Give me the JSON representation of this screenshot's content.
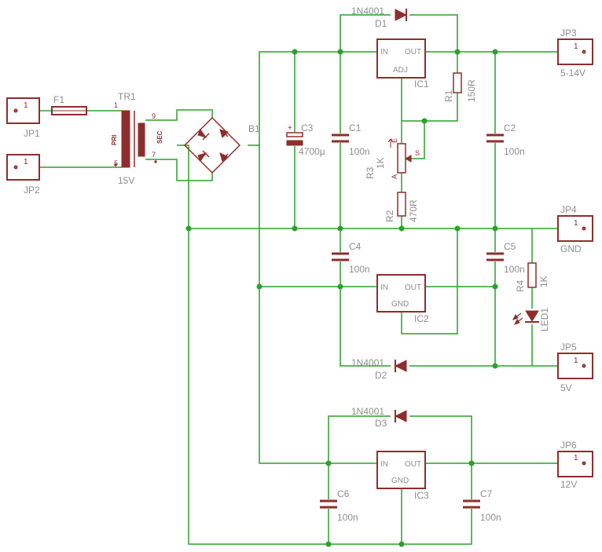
{
  "colors": {
    "wire": "#2ca02c",
    "part": "#8e2d2d",
    "text": "#8e8e8e",
    "background": "#ffffff"
  },
  "connectors": [
    {
      "name": "JP1",
      "pin": "1",
      "label": ""
    },
    {
      "name": "JP2",
      "pin": "1",
      "label": ""
    },
    {
      "name": "JP3",
      "pin": "1",
      "label": "5-14V"
    },
    {
      "name": "JP4",
      "pin": "1",
      "label": "GND"
    },
    {
      "name": "JP5",
      "pin": "1",
      "label": "5V"
    },
    {
      "name": "JP6",
      "pin": "1",
      "label": "12V"
    }
  ],
  "fuse": {
    "name": "F1"
  },
  "transformer": {
    "name": "TR1",
    "value": "15V",
    "pri": "PRI",
    "sec": "SEC",
    "pins": [
      "1",
      "5",
      "9",
      "7"
    ]
  },
  "bridge": {
    "name": "B1"
  },
  "diodes": [
    {
      "name": "D1",
      "value": "1N4001"
    },
    {
      "name": "D2",
      "value": "1N4001"
    },
    {
      "name": "D3",
      "value": "1N4001"
    }
  ],
  "regulators": [
    {
      "name": "IC1",
      "in": "IN",
      "out": "OUT",
      "ref": "ADJ"
    },
    {
      "name": "IC2",
      "in": "IN",
      "out": "OUT",
      "ref": "GND"
    },
    {
      "name": "IC3",
      "in": "IN",
      "out": "OUT",
      "ref": "GND"
    }
  ],
  "capacitors": [
    {
      "name": "C1",
      "value": "100n"
    },
    {
      "name": "C2",
      "value": "100n"
    },
    {
      "name": "C3",
      "value": "4700µ",
      "polarity": "+"
    },
    {
      "name": "C4",
      "value": "100n"
    },
    {
      "name": "C5",
      "value": "100n"
    },
    {
      "name": "C6",
      "value": "100n"
    },
    {
      "name": "C7",
      "value": "100n"
    }
  ],
  "resistors": [
    {
      "name": "R1",
      "value": "150R"
    },
    {
      "name": "R2",
      "value": "470R"
    },
    {
      "name": "R4",
      "value": "1K"
    }
  ],
  "potentiometer": {
    "name": "R3",
    "value": "1K",
    "pin_a": "A",
    "pin_e": "E",
    "pin_s": "S"
  },
  "led": {
    "name": "LED1"
  }
}
